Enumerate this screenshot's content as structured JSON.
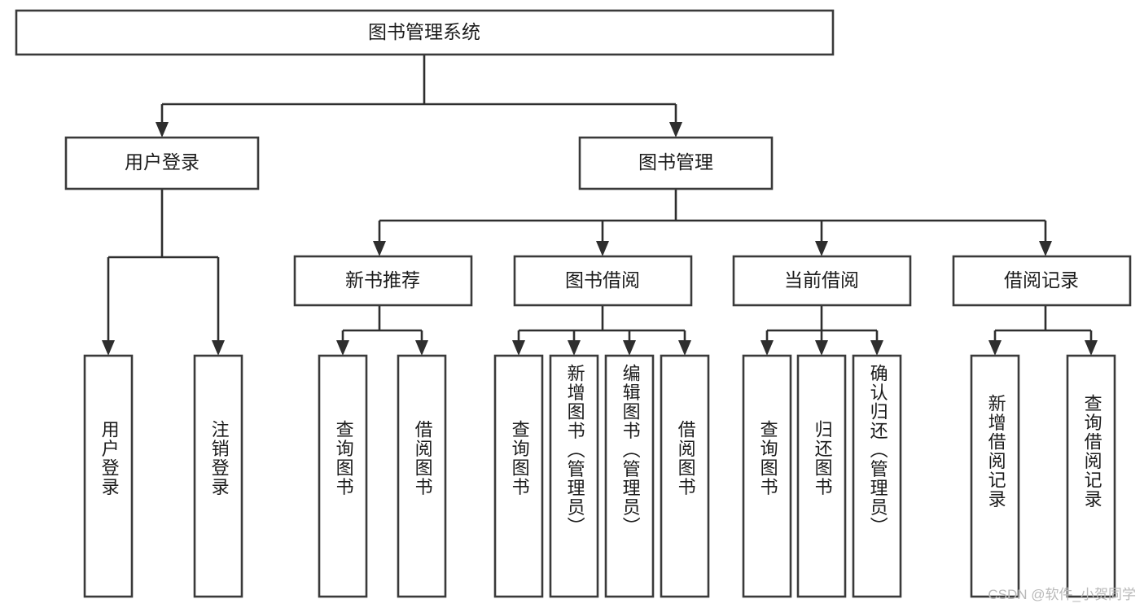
{
  "diagram": {
    "title": "图书管理系统",
    "watermark": "CSDN @软件_小贺同学",
    "colors": {
      "background": "#ffffff",
      "box_stroke": "#3a3a3a",
      "connector": "#2e2e2e",
      "text": "#1b1b1b",
      "watermark": "#b9b9b9"
    },
    "levels": {
      "root": "图书管理系统",
      "level2": [
        "用户登录",
        "图书管理"
      ],
      "level3": [
        "新书推荐",
        "图书借阅",
        "当前借阅",
        "借阅记录"
      ]
    },
    "nodes": {
      "root": {
        "label": "图书管理系统"
      },
      "user_login": {
        "label": "用户登录"
      },
      "book_manage": {
        "label": "图书管理"
      },
      "new_book_rec": {
        "label": "新书推荐"
      },
      "book_borrow": {
        "label": "图书借阅"
      },
      "current_borrow": {
        "label": "当前借阅"
      },
      "borrow_record": {
        "label": "借阅记录"
      }
    },
    "leaves": {
      "user_login": [
        {
          "label": "用户登录"
        },
        {
          "label": "注销登录"
        }
      ],
      "new_book_rec": [
        {
          "label": "查询图书"
        },
        {
          "label": "借阅图书"
        }
      ],
      "book_borrow": [
        {
          "label": "查询图书"
        },
        {
          "label": "新增图书（管理员）"
        },
        {
          "label": "编辑图书（管理员）"
        },
        {
          "label": "借阅图书"
        }
      ],
      "current_borrow": [
        {
          "label": "查询图书"
        },
        {
          "label": "归还图书"
        },
        {
          "label": "确认归还（管理员）"
        }
      ],
      "borrow_record": [
        {
          "label": "新增借阅记录"
        },
        {
          "label": "查询借阅记录"
        }
      ]
    }
  }
}
